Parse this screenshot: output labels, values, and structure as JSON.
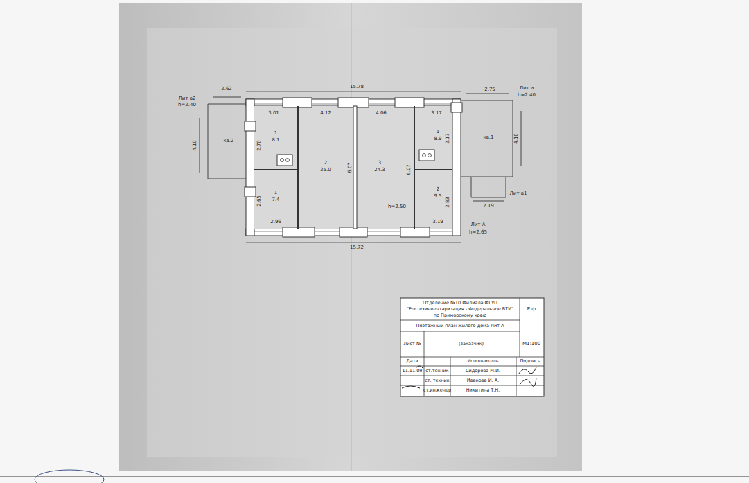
{
  "diagram": {
    "labels": [
      "Лит а2",
      "h=2.40",
      "2.62",
      "15.78",
      "2.75",
      "Лит а",
      "h=2.40",
      "3.01",
      "4.12",
      "4.06",
      "3.17",
      "кв.2",
      "4.10",
      "1",
      "8.1",
      "2.70",
      "2",
      "25.0",
      "6.07",
      "3",
      "24.3",
      "6.07",
      "1",
      "8.9",
      "2.17",
      "кв.1",
      "4.10",
      "1",
      "7.4",
      "2.65",
      "h=2.50",
      "2",
      "9.5",
      "2.83",
      "Лит а1",
      "2.19",
      "2.96",
      "3.19",
      "Лит А",
      "h=2.65",
      "15.72",
      "Отделение №10 Филиала ФГУП",
      "\"Ростехинвентаризация - Федеральное БТИ\"",
      "по Приморскому краю",
      "Р.ф",
      "Поэтажный план жилого дома Лит А",
      "Лист №",
      "(заказчик)",
      "М1:100",
      "Дата",
      "Исполнитель",
      "Подпись",
      "11.11.09",
      "ст.техник",
      "Сидорова М.И.",
      "ст. техник",
      "Иванова И. А.",
      "ст.инженер",
      "Никитина Т.Н."
    ]
  }
}
